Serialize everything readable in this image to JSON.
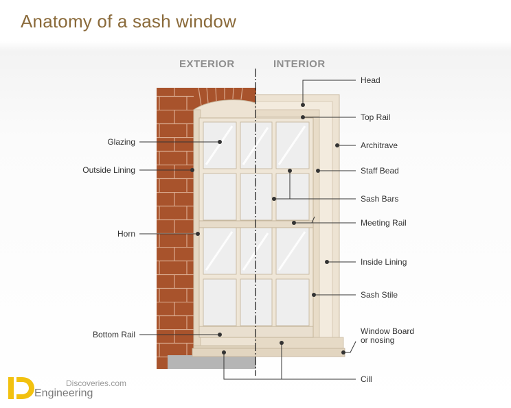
{
  "title": "Anatomy of a sash window",
  "sides": {
    "exterior": "EXTERIOR",
    "interior": "INTERIOR"
  },
  "labels": {
    "head": "Head",
    "top_rail": "Top Rail",
    "glazing": "Glazing",
    "architrave": "Architrave",
    "outside_lining": "Outside Lining",
    "staff_bead": "Staff Bead",
    "sash_bars": "Sash Bars",
    "meeting_rail": "Meeting Rail",
    "horn": "Horn",
    "inside_lining": "Inside Lining",
    "sash_stile": "Sash Stile",
    "bottom_rail": "Bottom Rail",
    "window_board_1": "Window Board",
    "window_board_2": "or nosing",
    "cill": "Cill"
  },
  "logo": {
    "top": "Discoveries.com",
    "bottom": "Engineering"
  },
  "colors": {
    "brick": "#a8532c",
    "mortar": "#d9a98e",
    "frame": "#ede3d3",
    "frame_edge": "#c9b9a0",
    "glass": "#eeeeee",
    "leader": "#333333",
    "title": "#8a6a3a",
    "logo_accent": "#f2c10f"
  }
}
